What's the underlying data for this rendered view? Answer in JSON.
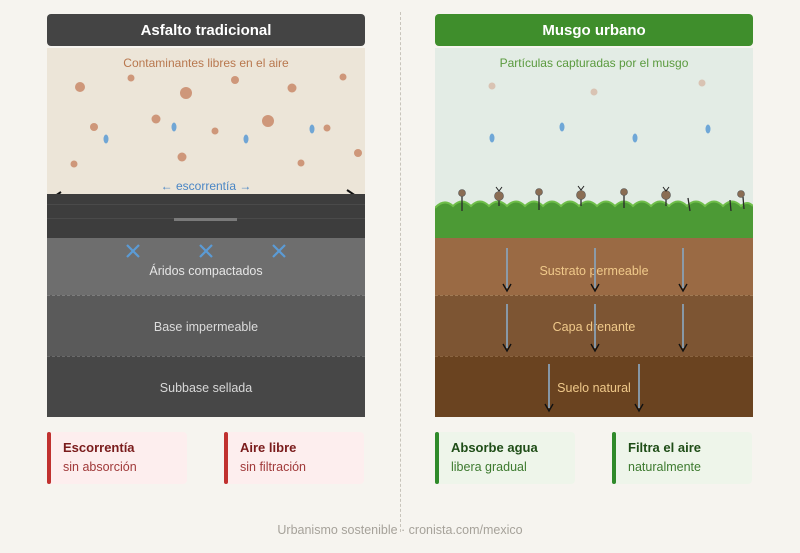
{
  "left": {
    "title": "Asfalto tradicional",
    "sky_label": "Contaminantes libres en el aire",
    "runoff_label": "← escorrentía →",
    "layers": [
      "Áridos compactados",
      "Base impermeable",
      "Subbase sellada"
    ],
    "cards": [
      {
        "title": "Escorrentía",
        "subtitle": "sin absorción"
      },
      {
        "title": "Aire libre",
        "subtitle": "sin filtración"
      }
    ]
  },
  "right": {
    "title": "Musgo urbano",
    "sky_label": "Partículas capturadas por el musgo",
    "layers": [
      "Sustrato permeable",
      "Capa drenante",
      "Suelo natural"
    ],
    "cards": [
      {
        "title": "Absorbe agua",
        "subtitle": "libera gradual"
      },
      {
        "title": "Filtra el aire",
        "subtitle": "naturalmente"
      }
    ]
  },
  "footer": "Urbanismo sostenible · cronista.com/mexico",
  "colors": {
    "asphalt": "#444444",
    "moss": "#3f8e2c",
    "pollutant": "#c98a6a",
    "water": "#5b9bd5",
    "warning": "#c0312f"
  }
}
